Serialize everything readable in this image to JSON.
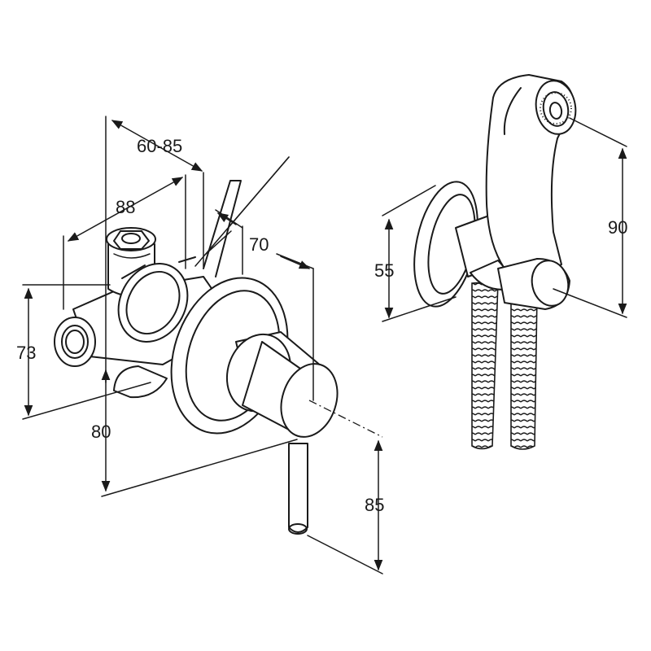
{
  "dimensions": {
    "reach": "60-85",
    "depth_88": "88",
    "depth_70": "70",
    "height_73": "73",
    "height_80": "80",
    "height_85": "85",
    "wall_bracket_55": "55",
    "handspray_90": "90"
  },
  "colors": {
    "line": "#1a1a1a",
    "background": "#ffffff"
  }
}
